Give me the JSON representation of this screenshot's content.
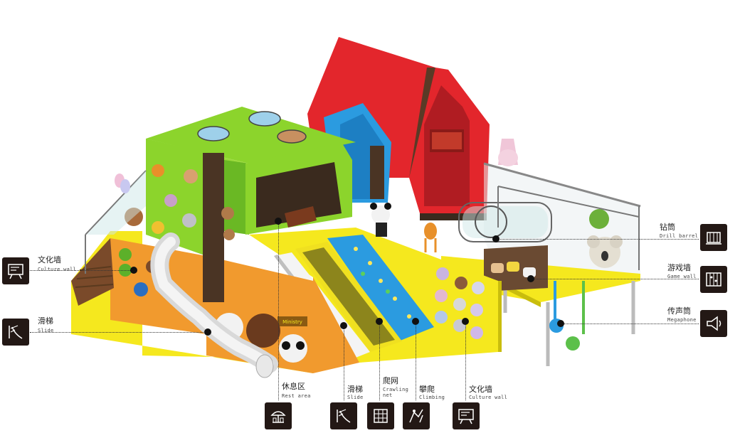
{
  "callouts": {
    "culture_wall_left": {
      "zh": "文化墙",
      "en": "Culture wall",
      "icon": "culture-wall-icon"
    },
    "slide_left": {
      "zh": "滑梯",
      "en": "Slide",
      "icon": "slide-icon"
    },
    "rest_area": {
      "zh": "休息区",
      "en": "Rest area",
      "icon": "rest-area-icon"
    },
    "slide_bottom": {
      "zh": "滑梯",
      "en": "Slide",
      "icon": "slide-icon"
    },
    "crawling_net": {
      "zh": "爬网",
      "en": "Crawling net",
      "icon": "crawling-net-icon"
    },
    "climbing": {
      "zh": "攀爬",
      "en": "Climbing",
      "icon": "climbing-icon"
    },
    "culture_wall_bottom": {
      "zh": "文化墙",
      "en": "Culture wall",
      "icon": "culture-wall-icon"
    },
    "drill_barrel": {
      "zh": "钻筒",
      "en": "Drill barrel",
      "icon": "drill-barrel-icon"
    },
    "game_wall": {
      "zh": "游戏墙",
      "en": "Game wall",
      "icon": "game-wall-icon"
    },
    "megaphone": {
      "zh": "传声筒",
      "en": "Megaphone",
      "icon": "megaphone-icon"
    }
  },
  "colors": {
    "green": "#8cd42c",
    "red": "#e3262c",
    "blue": "#2b9be0",
    "yellow": "#f5e81e",
    "orange": "#f19a2e",
    "dark": "#231815",
    "wood": "#4a3424"
  },
  "signs": {
    "banner": "Ministry"
  }
}
